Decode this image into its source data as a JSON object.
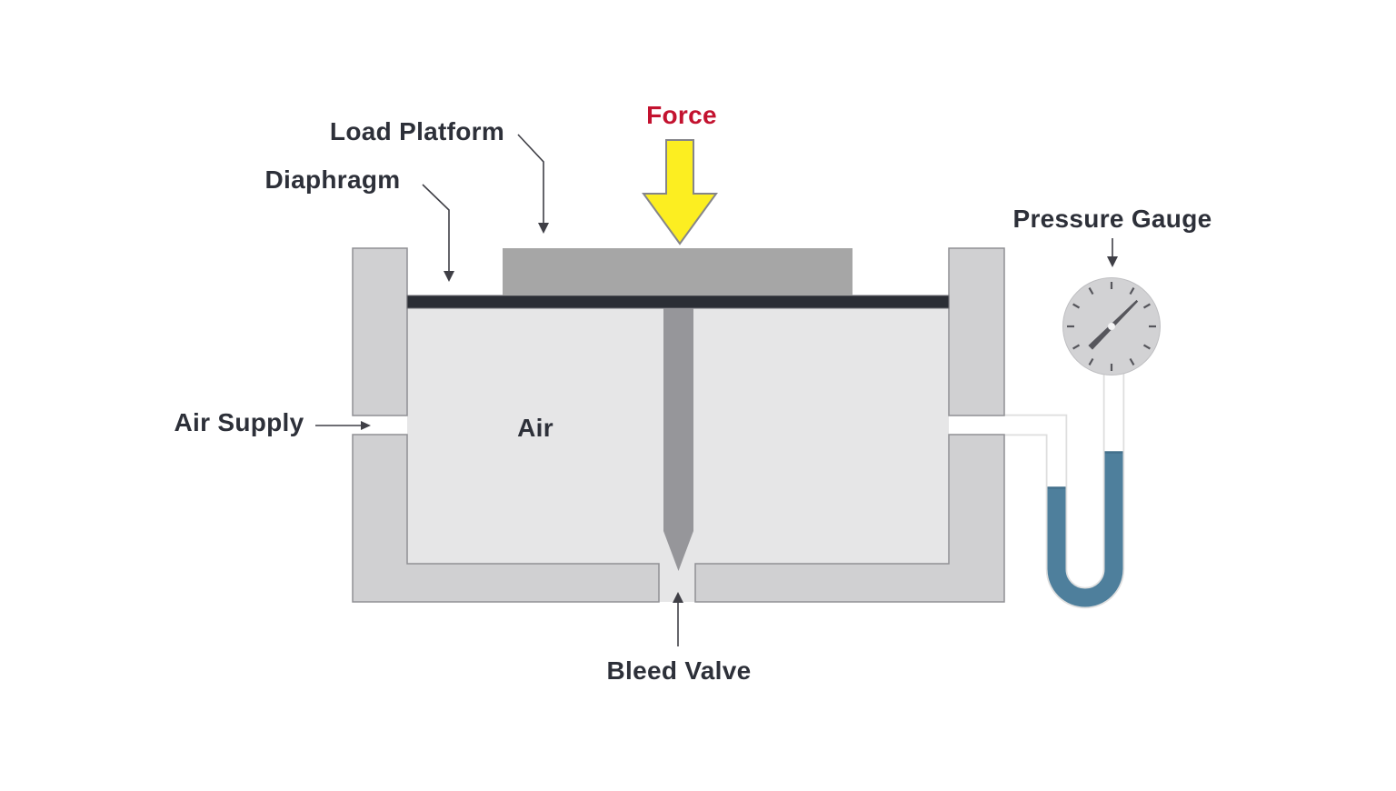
{
  "labels": {
    "load_platform": "Load Platform",
    "diaphragm": "Diaphragm",
    "force": "Force",
    "air_supply": "Air Supply",
    "air": "Air",
    "bleed_valve": "Bleed Valve",
    "pressure_gauge": "Pressure Gauge"
  },
  "icons": {
    "force_arrow": "down-arrow",
    "pressure_gauge": "dial-gauge",
    "manometer": "u-tube",
    "leader_pointer": "arrowhead"
  },
  "colors": {
    "wall": "#d0d0d2",
    "wall_border": "#8f8f94",
    "air_chamber": "#e6e6e7",
    "diaphragm": "#2b2e35",
    "load_platform": "#a6a6a6",
    "bleed_valve_stem": "#96969a",
    "force_text": "#c3122f",
    "force_arrow_fill": "#fcee21",
    "force_arrow_outline": "#85858a",
    "manometer_fluid": "#4e7f9c",
    "tube_border": "#dedede",
    "tube_interior": "#ffffff",
    "gauge_face": "#d2d2d4",
    "gauge_marks": "#56565c",
    "label_text": "#2d3039",
    "leader_line": "#3f3f46"
  }
}
